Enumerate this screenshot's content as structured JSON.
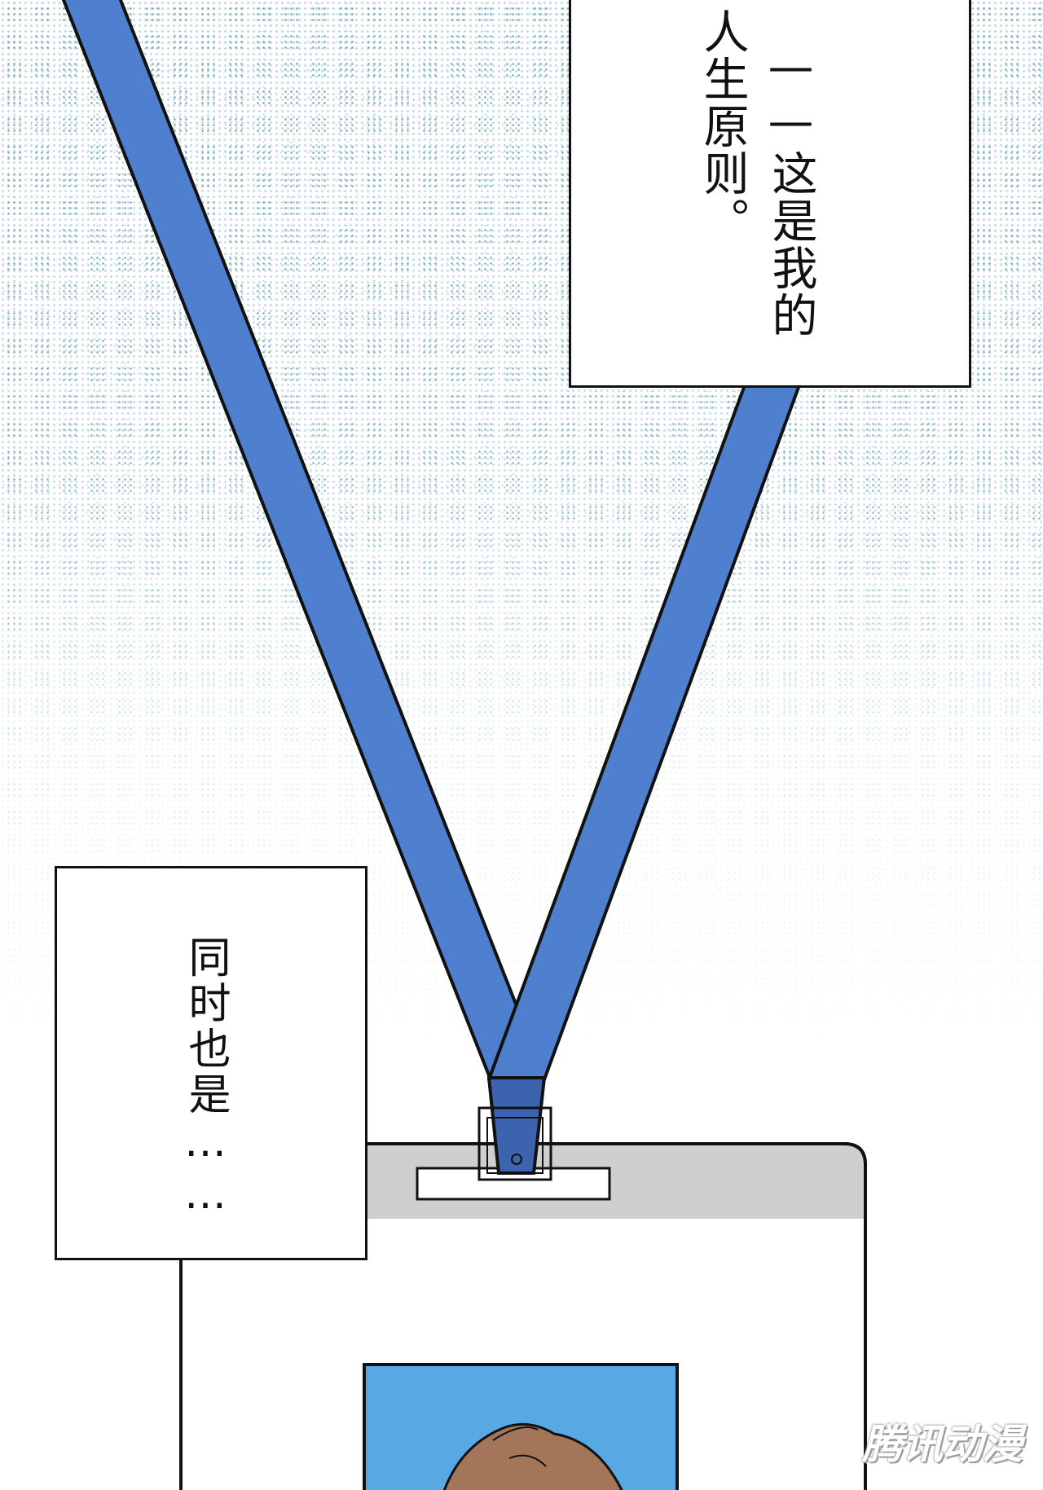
{
  "captions": {
    "top_line1": "——这是我的",
    "top_line2": "人生原则。",
    "bottom": "同时也是……"
  },
  "watermark": "腾讯动漫",
  "colors": {
    "lanyard": "#4f7fcf",
    "lanyard_clip": "#3c63ad",
    "photo_bg": "#58a8e3",
    "halftone": "#7fb3c1",
    "card_header": "#cfcfcf",
    "hair": "#a3765a",
    "outline": "#111111"
  }
}
